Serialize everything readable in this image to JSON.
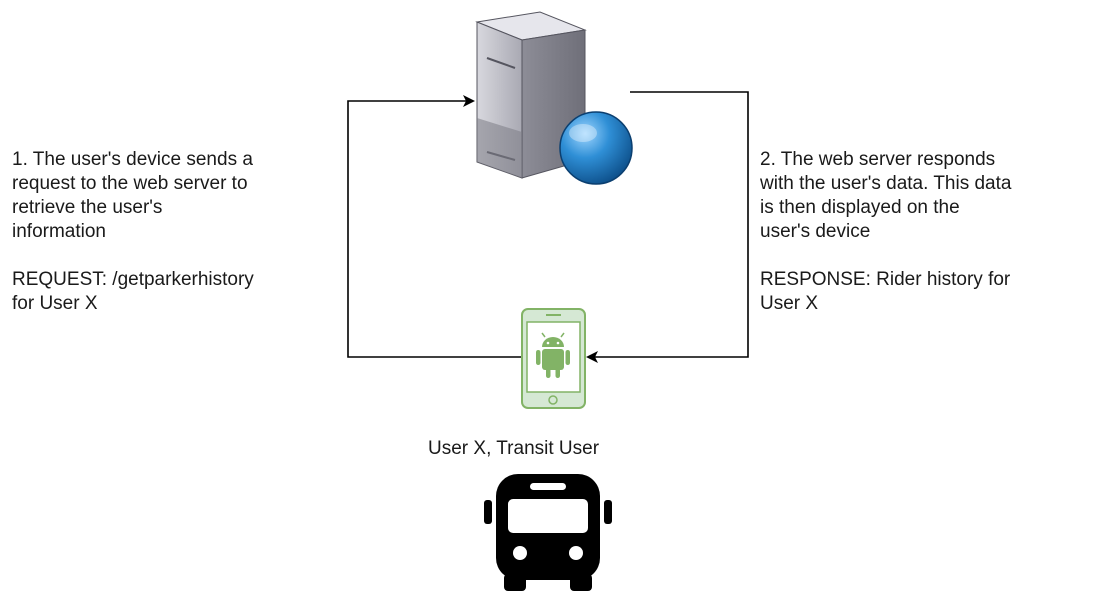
{
  "left_annotation": {
    "lines": [
      "1. The user's device sends a",
      "request to the web server to",
      "retrieve the user's",
      "information"
    ],
    "request_lines": [
      "REQUEST: /getparkerhistory",
      "for User X"
    ]
  },
  "right_annotation": {
    "lines": [
      "2. The web server responds",
      "with the user's data. This data",
      "is then displayed on the",
      "user's device"
    ],
    "response_lines": [
      "RESPONSE: Rider history for",
      "User X"
    ]
  },
  "user_caption": "User X, Transit User",
  "icons": {
    "server": "web-server-icon",
    "phone": "android-phone-icon",
    "bus": "bus-icon"
  },
  "colors": {
    "connector": "#000000",
    "phone_green": "#82b366",
    "phone_fill": "#d5e8d4",
    "globe_blue": "#1f7fc4",
    "server_gray": "#c8c8d0"
  }
}
